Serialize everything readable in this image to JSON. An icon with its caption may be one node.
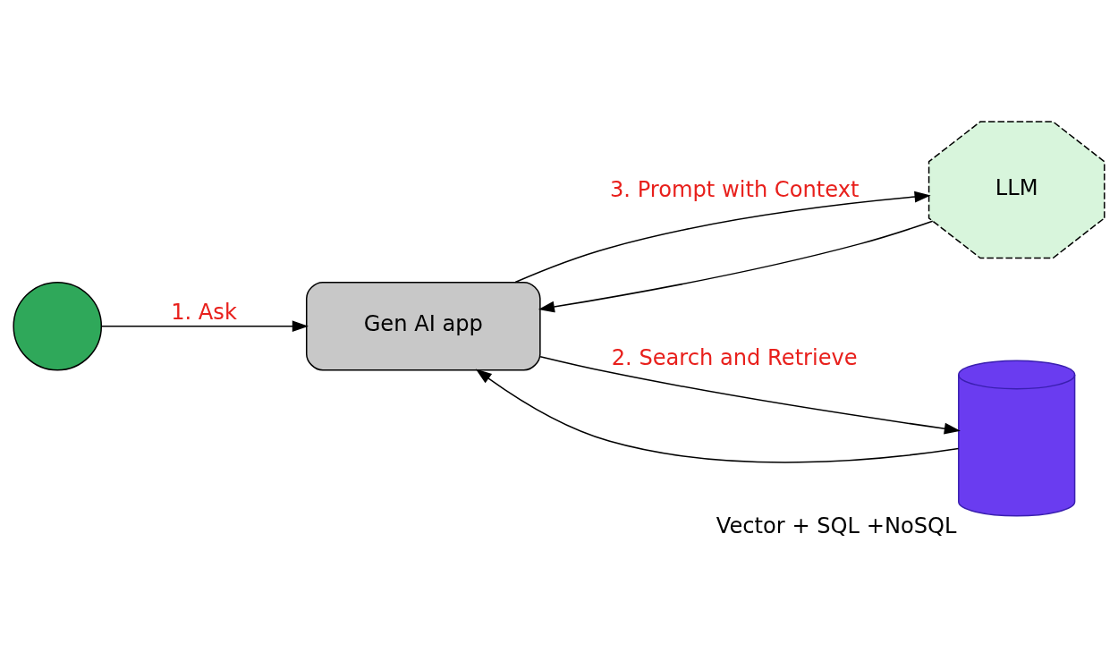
{
  "diagram": {
    "nodes": [
      {
        "text": [],
        "shape": "person"
      },
      {
        "text": [
          "LLM"
        ]
      },
      {
        "text": [
          "Gen AI app"
        ]
      },
      {
        "text": [],
        "shape": "cylinder",
        "beside": [
          "Vector + SQL +NoSQL"
        ]
      }
    ],
    "edges": [
      {
        "from": 0,
        "to": 2,
        "arrow": "to",
        "label": "1. Ask"
      },
      {
        "from": 2,
        "to": 1,
        "arrow": "to",
        "label": "3. Prompt with Context"
      },
      {
        "from": 1,
        "to": 2,
        "arrow": "to"
      },
      {
        "from": 3,
        "to": 2,
        "arrow": "to"
      },
      {
        "from": 2,
        "to": 3,
        "arrow": "to",
        "label": "2. Search and Retrieve"
      }
    ]
  }
}
